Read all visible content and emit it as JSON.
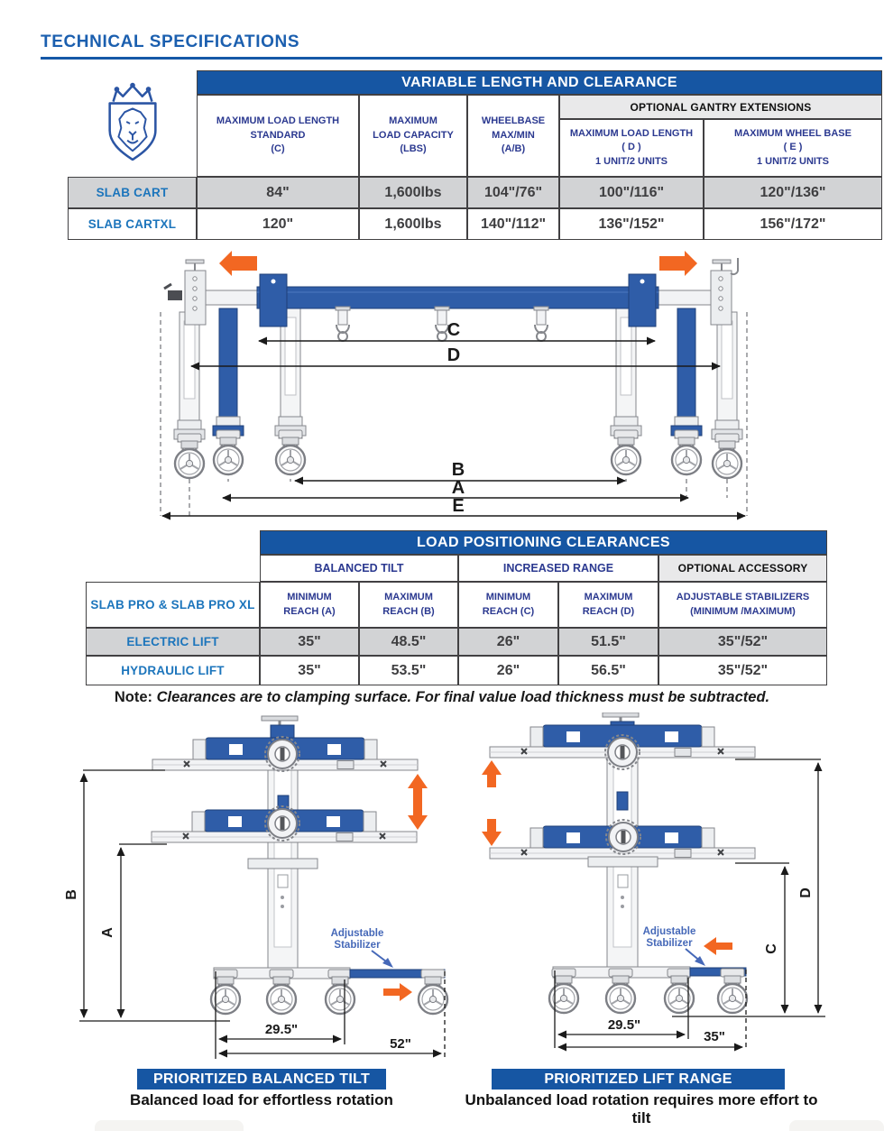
{
  "header": {
    "title": "TECHNICAL SPECIFICATIONS"
  },
  "colors": {
    "brand_blue": "#1656A3",
    "navy_text": "#2B3990",
    "label_blue": "#1C75BC",
    "orange": "#F26722",
    "diagram_blue": "#2F5DA8"
  },
  "table1": {
    "title": "VARIABLE LENGTH AND CLEARANCE",
    "group_header": "OPTIONAL GANTRY EXTENSIONS",
    "col_headers": [
      "MAXIMUM LOAD LENGTH\nSTANDARD\n(C)",
      "MAXIMUM\nLOAD CAPACITY\n(LBS)",
      "WHEELBASE\nMAX/MIN\n(A/B)",
      "MAXIMUM LOAD LENGTH\n( D )\n1 UNIT/2 UNITS",
      "MAXIMUM WHEEL BASE\n( E )\n1 UNIT/2 UNITS"
    ],
    "rows": [
      {
        "label": "SLAB CART",
        "values": [
          "84\"",
          "1,600lbs",
          "104\"/76\"",
          "100\"/116\"",
          "120\"/136\""
        ]
      },
      {
        "label": "SLAB CARTXL",
        "values": [
          "120\"",
          "1,600lbs",
          "140\"/112\"",
          "136\"/152\"",
          "156\"/172\""
        ]
      }
    ]
  },
  "gantry": {
    "dims": {
      "c": "C",
      "d": "D",
      "b": "B",
      "a": "A",
      "e": "E"
    }
  },
  "table2": {
    "title": "LOAD POSITIONING CLEARANCES",
    "groups": [
      "BALANCED TILT",
      "INCREASED RANGE",
      "OPTIONAL ACCESSORY"
    ],
    "row_header": "SLAB PRO & SLAB PRO XL",
    "col_headers": [
      "MINIMUM\nREACH (A)",
      "MAXIMUM\nREACH (B)",
      "MINIMUM\nREACH (C)",
      "MAXIMUM\nREACH (D)",
      "ADJUSTABLE STABILIZERS\n(MINIMUM /MAXIMUM)"
    ],
    "rows": [
      {
        "label": "ELECTRIC LIFT",
        "values": [
          "35\"",
          "48.5\"",
          "26\"",
          "51.5\"",
          "35\"/52\""
        ]
      },
      {
        "label": "HYDRAULIC LIFT",
        "values": [
          "35\"",
          "53.5\"",
          "26\"",
          "56.5\"",
          "35\"/52\""
        ]
      }
    ]
  },
  "note": {
    "prefix": "Note:",
    "text": "Clearances are to clamping surface. For final value load thickness must be subtracted."
  },
  "diagram_left": {
    "dims": {
      "b": "B",
      "a": "A",
      "base": "29.5\"",
      "total": "52\""
    },
    "callout_line1": "Adjustable",
    "callout_line2": "Stabilizer",
    "title": "PRIORITIZED BALANCED TILT",
    "caption": "Balanced load for effortless rotation"
  },
  "diagram_right": {
    "dims": {
      "d": "D",
      "c": "C",
      "base": "29.5\"",
      "total": "35\""
    },
    "callout_line1": "Adjustable",
    "callout_line2": "Stabilizer",
    "title": "PRIORITIZED LIFT RANGE",
    "caption": "Unbalanced load rotation requires more effort to tilt"
  }
}
